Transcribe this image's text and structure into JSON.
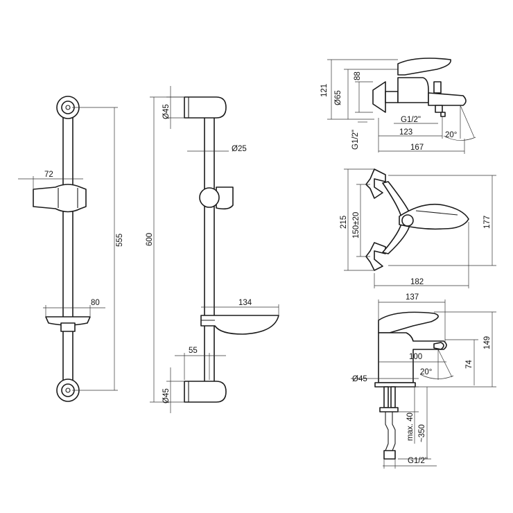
{
  "shower_rail_front": {
    "dim_width_holder": "72",
    "dim_height": "555",
    "dim_width_dish": "80"
  },
  "shower_rail_side": {
    "dim_bracket_top": "Ø45",
    "dim_bar": "Ø25",
    "dim_height": "600",
    "dim_dish_depth": "134",
    "dim_bracket_offset": "55",
    "dim_bracket_bottom": "Ø45"
  },
  "bath_mixer_side": {
    "dim_121": "121",
    "dim_88": "88",
    "dim_65": "Ø65",
    "dim_thread": "G1/2\"",
    "dim_inlet": "G1/2\"",
    "dim_123": "123",
    "dim_angle": "20°",
    "dim_167": "167"
  },
  "bath_mixer_top": {
    "dim_215": "215",
    "dim_spacing": "150±20",
    "dim_177": "177",
    "dim_182": "182"
  },
  "basin_mixer": {
    "dim_137": "137",
    "dim_149": "149",
    "dim_100": "100",
    "dim_74": "74",
    "dim_angle": "20°",
    "dim_base": "Ø45",
    "dim_max40": "max. 40",
    "dim_350": "~350",
    "dim_thread": "G1/2\""
  }
}
